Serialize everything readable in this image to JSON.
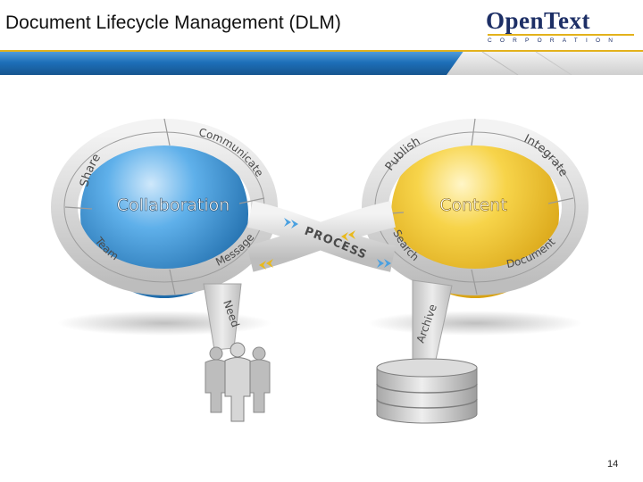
{
  "slide": {
    "title": "Document Lifecycle Management (DLM)",
    "page_number": "14"
  },
  "logo": {
    "main": "OpenText",
    "sub": "CORPORATION"
  },
  "diagram": {
    "left_hub": "Collaboration",
    "right_hub": "Content",
    "center": "PROCESS",
    "left_ring": [
      "Share",
      "Communicate",
      "Message",
      "Team"
    ],
    "right_ring": [
      "Publish",
      "Integrate",
      "Search",
      "Document"
    ],
    "left_stem": "Need",
    "right_stem": "Archive"
  },
  "colors": {
    "brand_navy": "#1d2f66",
    "brand_gold": "#e3b21c",
    "collaboration_blue": "#2b88cf",
    "content_yellow": "#f2c21a",
    "ring_gray": "#c9c9c9",
    "band_blue": "#1d6fb8"
  }
}
